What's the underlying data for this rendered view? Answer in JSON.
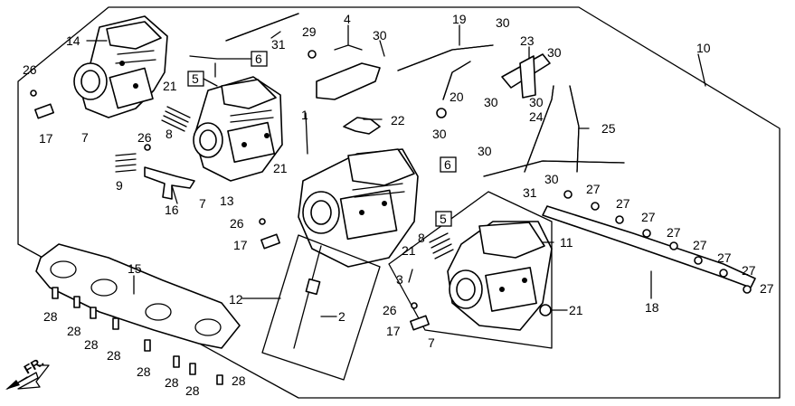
{
  "diagram": {
    "callouts": [
      "1",
      "2",
      "3",
      "4",
      "5",
      "6",
      "7",
      "8",
      "9",
      "10",
      "11",
      "12",
      "13",
      "14",
      "15",
      "16",
      "17",
      "18",
      "19",
      "20",
      "21",
      "22",
      "23",
      "24",
      "25",
      "26",
      "27",
      "28",
      "29",
      "30",
      "31"
    ],
    "front_marker": "FR."
  }
}
